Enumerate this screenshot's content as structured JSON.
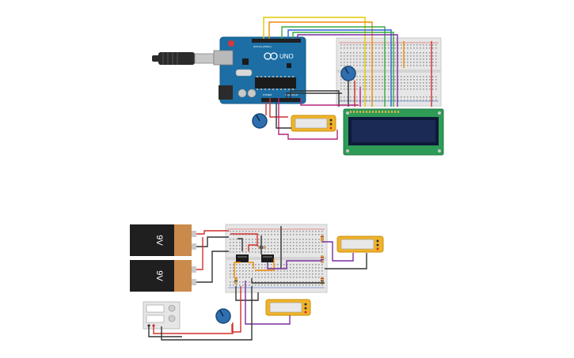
{
  "arduino": {
    "brand_text": "UNO",
    "model_text": "UNO",
    "section_labels": {
      "digital": "DIGITAL (PWM~)",
      "power": "POWER",
      "analog": "ANALOG IN"
    }
  },
  "battery_top": {
    "label": "9V"
  },
  "battery_bottom": {
    "label": "9V"
  },
  "colors": {
    "arduino_board": "#1c6ea4",
    "breadboard": "#e6e6e6",
    "lcd_pcb": "#2e9b57",
    "lcd_screen": "#1a2a55",
    "battery_body": "#1f1f1f",
    "battery_cap": "#c98a4b",
    "multimeter": "#f0b429",
    "wire_red": "#d32f2f",
    "wire_black": "#333333",
    "wire_orange": "#f08c00",
    "wire_yellow": "#e6c800",
    "wire_green": "#3aa845",
    "wire_blue": "#2563c9",
    "wire_purple": "#7b2fa0",
    "wire_magenta": "#b5247c"
  },
  "icons": {
    "potentiometer": "knob-icon",
    "usb_cable": "usb-plug-icon",
    "power_supply": "bench-supply-icon"
  }
}
